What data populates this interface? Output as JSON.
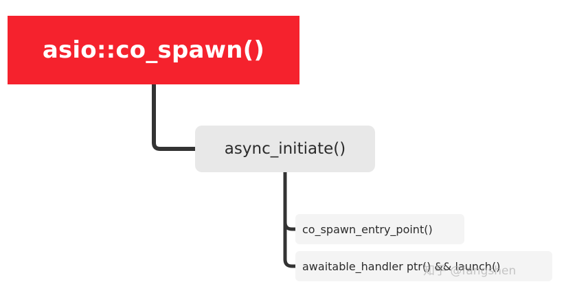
{
  "mindmap": {
    "root": {
      "label": "asio::co_spawn()"
    },
    "child": {
      "label": "async_initiate()"
    },
    "leaves": [
      {
        "label": "co_spawn_entry_point()"
      },
      {
        "label": "awaitable_handler ptr() && launch()"
      }
    ]
  },
  "watermark": "知乎 @fangshen",
  "colors": {
    "root_fill": "#f5222d",
    "child_fill": "#e8e8e8",
    "leaf_fill": "#f4f4f4",
    "connector": "#333333"
  }
}
